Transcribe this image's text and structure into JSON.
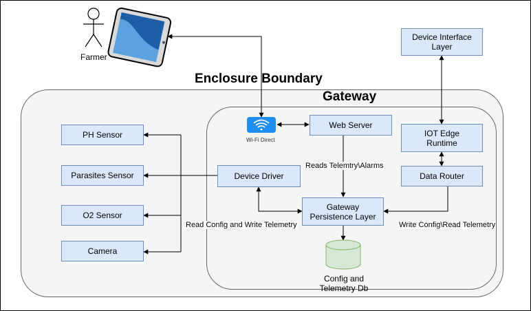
{
  "diagram": {
    "enclosure_title": "Enclosure Boundary",
    "gateway_title": "Gateway",
    "actor_label": "Farmer",
    "wifi_label": "Wi-Fi Direct",
    "components": {
      "device_interface_layer": "Device Interface Layer",
      "iot_edge_runtime": "IOT Edge Runtime",
      "data_router": "Data Router",
      "web_server": "Web Server",
      "device_driver": "Device Driver",
      "gateway_persistence_layer": "Gateway Persistence Layer",
      "db": "Config and Telemetry Db",
      "ph_sensor": "PH Sensor",
      "parasites_sensor": "Parasites Sensor",
      "o2_sensor": "O2 Sensor",
      "camera": "Camera"
    },
    "edge_labels": {
      "reads_telemetry_alarms": "Reads Telemtry\\Alarms",
      "read_config_write_telemetry": "Read Config and Write Telemetry",
      "write_config_read_telemetry": "Write Config\\Read Telemetry"
    },
    "colors": {
      "box_fill": "#dae8fc",
      "box_stroke": "#6c8ebf",
      "db_fill": "#d5e8d4",
      "db_stroke": "#82b366",
      "wifi_blue": "#1f8ef1",
      "tablet_screen": "#1c5fa8"
    }
  }
}
